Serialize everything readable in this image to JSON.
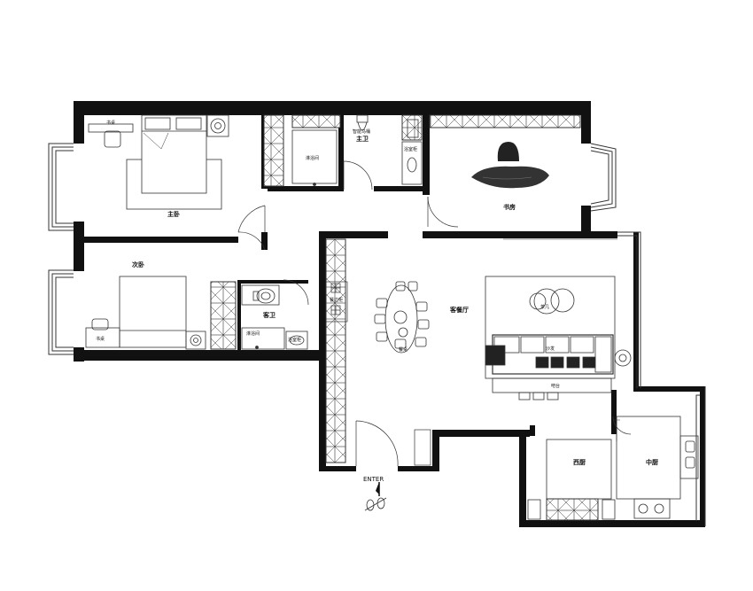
{
  "rooms": {
    "master_bedroom": "主卧",
    "second_bedroom": "次卧",
    "study": "书房",
    "living_dining": "客餐厅",
    "guest_bath": "客卫",
    "western_kitchen": "西厨",
    "chinese_kitchen": "中厨",
    "main_bath": "主卫"
  },
  "fixtures": {
    "desk_master": "书桌",
    "desk_second": "书桌",
    "shower_main": "淋浴间",
    "shower_guest": "淋浴间",
    "toilet_main": "智能马桶",
    "basin_main": "浴室柜",
    "basin_guest": "浴室柜",
    "sideboard": "餐边柜",
    "dining_table": "餐桌",
    "tea_table": "茶几",
    "sofa": "沙发",
    "bar": "吧台"
  },
  "entrance": "ENTER",
  "colors": {
    "wall": "#111111",
    "line": "#333333",
    "background": "#ffffff"
  }
}
